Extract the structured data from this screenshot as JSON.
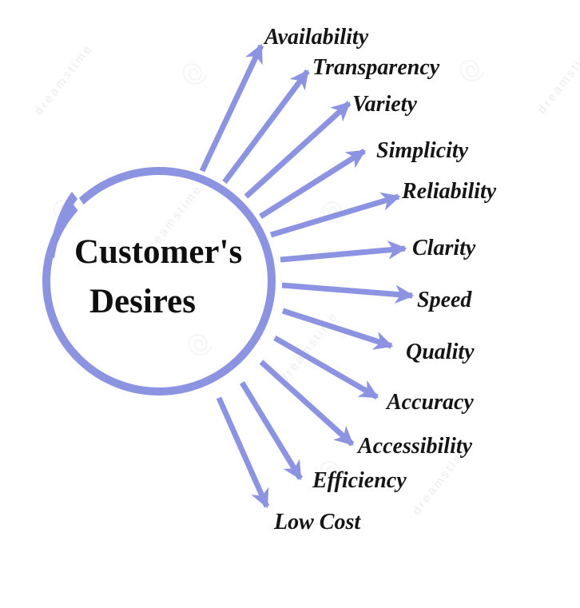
{
  "diagram": {
    "center": {
      "line1": "Customer's",
      "line2": "Desires"
    },
    "items": [
      "Availability",
      "Transparency",
      "Variety",
      "Simplicity",
      "Reliability",
      "Clarity",
      "Speed",
      "Quality",
      "Accuracy",
      "Accessibility",
      "Efficiency",
      "Low Cost"
    ]
  },
  "colors": {
    "arrow": "#8c94e1",
    "circle": "#8c94e1",
    "label_text": "#151515"
  },
  "watermark": {
    "text": "dreamstime"
  }
}
